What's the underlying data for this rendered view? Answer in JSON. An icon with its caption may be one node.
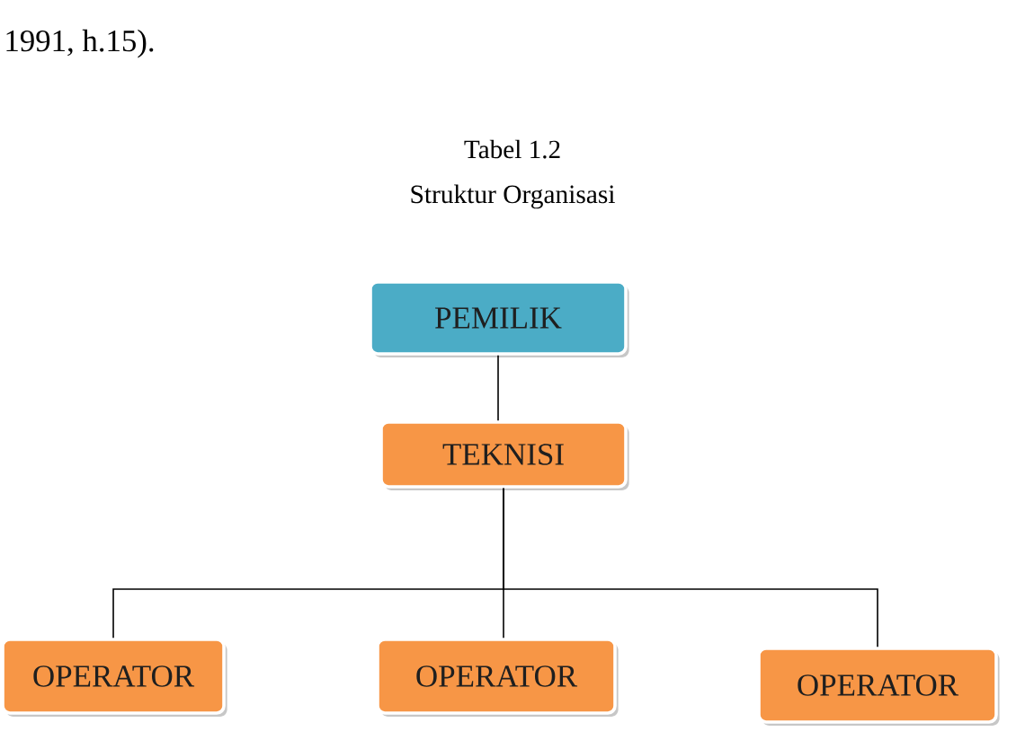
{
  "diagram": {
    "title": "Struktur Organisasi",
    "nodes": [
      {
        "text": [
          "PEMILIK"
        ]
      },
      {
        "text": [
          "TEKNISI"
        ]
      },
      {
        "text": [
          "OPERATOR"
        ]
      },
      {
        "text": [
          "OPERATOR"
        ]
      },
      {
        "text": [
          "OPERATOR"
        ]
      }
    ],
    "edges": [
      {
        "from": 0,
        "to": 1,
        "arrow": "none"
      },
      {
        "from": 1,
        "to": 2,
        "arrow": "none"
      },
      {
        "from": 1,
        "to": 3,
        "arrow": "none"
      },
      {
        "from": 1,
        "to": 4,
        "arrow": "none"
      }
    ],
    "labels": [
      "1991, h.15).",
      "Tabel 1.2"
    ]
  }
}
